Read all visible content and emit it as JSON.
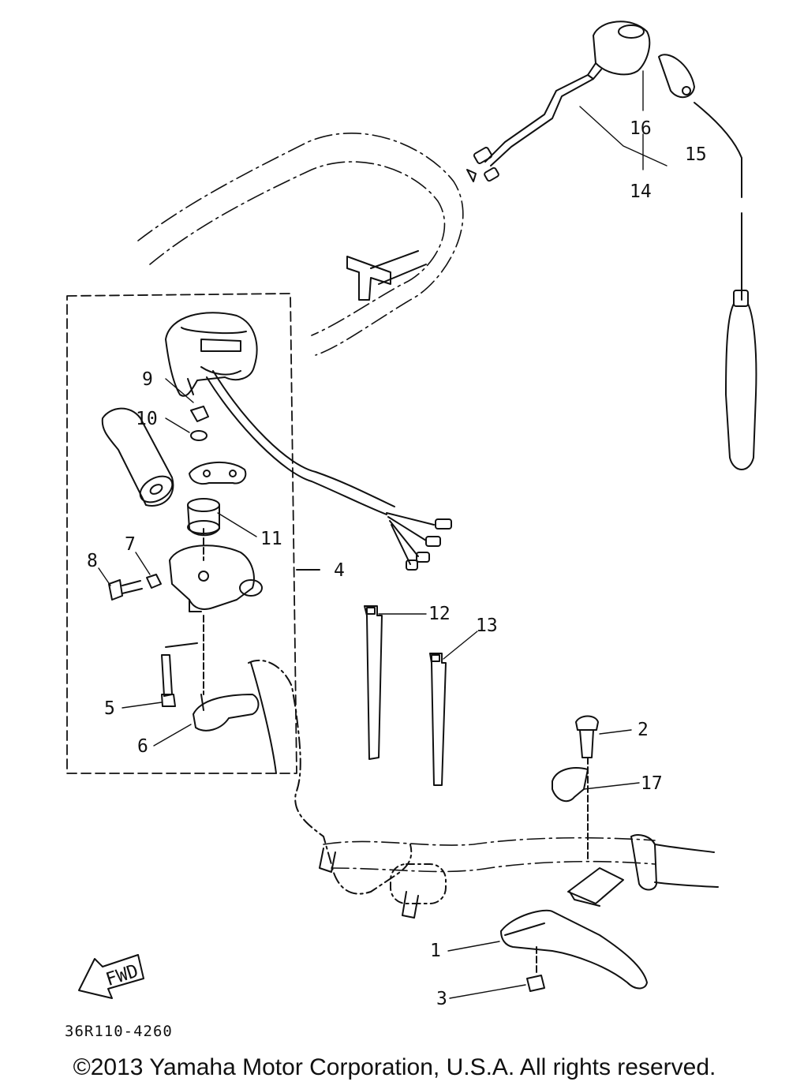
{
  "diagram": {
    "code": "36R110-4260",
    "copyright": "©2013 Yamaha Motor Corporation, U.S.A. All rights reserved.",
    "fwd_label": "FWD",
    "callouts": {
      "c1": "1",
      "c2": "2",
      "c3": "3",
      "c4": "4",
      "c5": "5",
      "c6": "6",
      "c7": "7",
      "c8": "8",
      "c9": "9",
      "c10": "10",
      "c11": "11",
      "c12": "12",
      "c13": "13",
      "c14": "14",
      "c15": "15",
      "c16": "16",
      "c17": "17"
    }
  }
}
